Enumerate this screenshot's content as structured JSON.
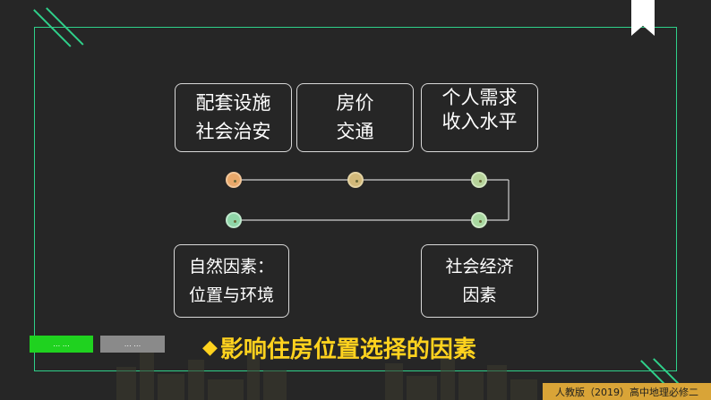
{
  "boxes": {
    "facilities": {
      "line1": "配套设施",
      "line2": "社会治安"
    },
    "price_traffic": {
      "line1": "房价",
      "line2": "交通"
    },
    "income": {
      "line1": "个人需求",
      "line2": "收入水平"
    },
    "natural": {
      "line1": "自然因素：",
      "line2": "位置与环境"
    },
    "socioeconomic": {
      "line1": "社会经济",
      "line2": "因素"
    }
  },
  "nav_buttons": {
    "prev_label": "… …",
    "next_label": "… …"
  },
  "title": {
    "bullet": "◆",
    "text": "影响住房位置选择的因素"
  },
  "footer": {
    "text": "人教版（2019）高中地理必修二"
  },
  "colors": {
    "background": "#262626",
    "frame": "#2fd08a",
    "title": "#ffd21e",
    "footer_bg": "#d9a437",
    "node_orange": "#e9a86a",
    "node_tan": "#d2b97a",
    "node_green": "#b6d39a",
    "node_teal": "#8fd6a8",
    "prev_button": "#1fd21f",
    "next_button": "#8a8a8a"
  }
}
